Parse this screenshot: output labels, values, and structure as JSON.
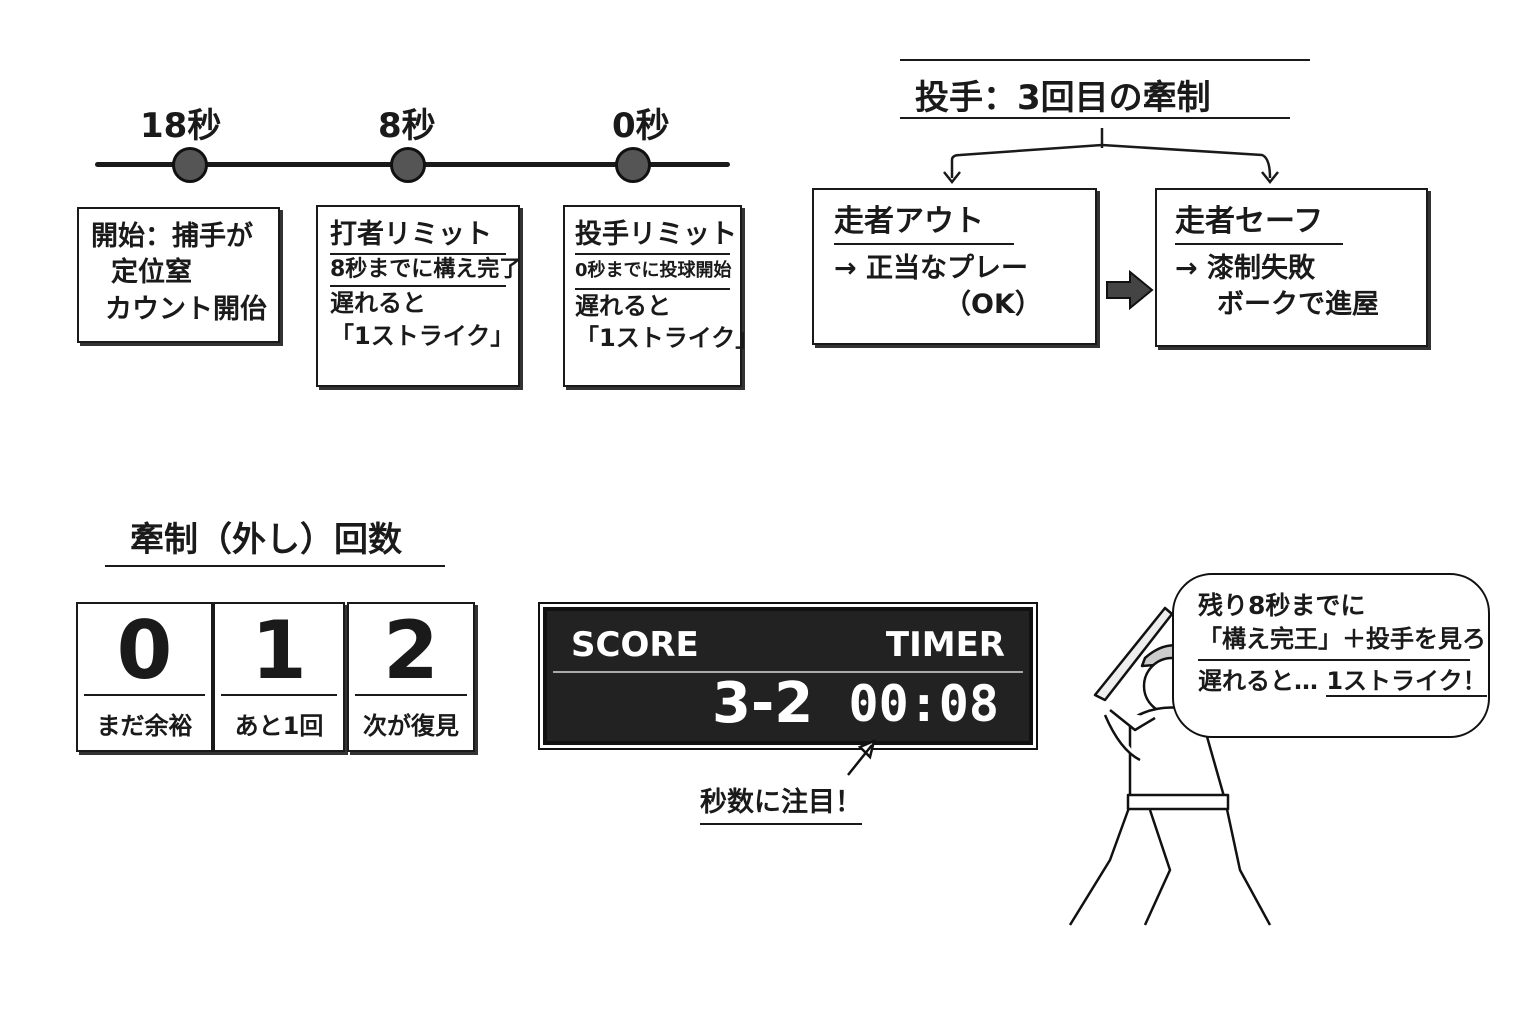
{
  "timeline": {
    "ticks": [
      "18秒",
      "8秒",
      "0秒"
    ],
    "boxes": [
      {
        "lines": [
          "開始：捕手が",
          "定位窒",
          "カウント開佁"
        ]
      },
      {
        "title": "打者リミット",
        "rule": "8秒までに構え完了",
        "lines": [
          "遅れると",
          "「1ストライク」"
        ]
      },
      {
        "title": "投手リミット",
        "rule": "0秒までに投球開始",
        "lines": [
          "遅れると",
          "「1ストライク」"
        ]
      }
    ]
  },
  "pickoff": {
    "title": "投手：3回目の牽制",
    "out": {
      "title": "走者アウト",
      "line1": "→ 正当なプレー",
      "line2": "（OK）"
    },
    "safe": {
      "title": "走者セーフ",
      "line1": "→ 漆制失敗",
      "line2": "ボークで進屋"
    }
  },
  "count": {
    "title": "牽制（外し）回数",
    "cards": [
      {
        "num": "0",
        "label": "まだ余裕"
      },
      {
        "num": "1",
        "label": "あと1回"
      },
      {
        "num": "2",
        "label": "次が復見"
      }
    ]
  },
  "scoreboard": {
    "score_label": "SCORE",
    "timer_label": "TIMER",
    "score": "3-2",
    "timer": "00:08"
  },
  "annotation": "秒数に注目！",
  "bubble": {
    "line1": "残り8秒までに",
    "line2": "「構え完王」＋投手を見ろ",
    "line3a": "遅れると…",
    "line3b": "1ストライク！"
  }
}
